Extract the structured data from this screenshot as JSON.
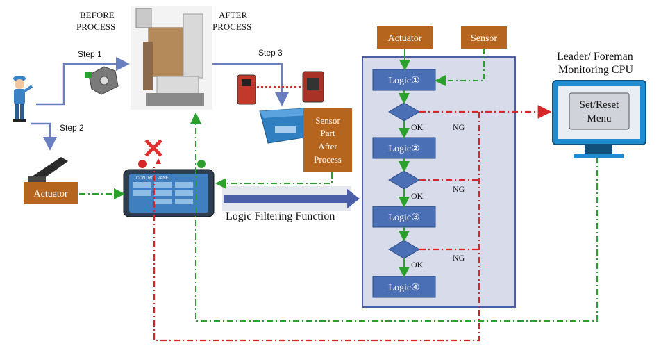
{
  "labels": {
    "before_process": [
      "BEFORE",
      "PROCESS"
    ],
    "after_process": [
      "AFTER",
      "PROCESS"
    ],
    "step1": "Step 1",
    "step2": "Step 2",
    "step3": "Step 3",
    "actuator_left": "Actuator",
    "actuator_top": "Actuator",
    "sensor_top": "Sensor",
    "sensor_part": [
      "Sensor",
      "Part",
      "After",
      "Process"
    ],
    "control_panel": "CONTROL PANEL",
    "logic_filtering": "Logic Filtering Function",
    "logic1": "Logic①",
    "logic2": "Logic②",
    "logic3": "Logic③",
    "logic4": "Logic④",
    "ok": "OK",
    "ng": "NG",
    "monitoring_title": [
      "Leader/ Foreman",
      "Monitoring CPU"
    ],
    "set_reset": [
      "Set/Reset",
      "Menu"
    ]
  },
  "colors": {
    "orange_box": "#b5651d",
    "logic_box": "#4a6fb5",
    "logic_panel": "#d8dcea",
    "blue_arrow": "#6a7fc0",
    "green_line": "#2ca02c",
    "red_line": "#d62728",
    "monitor_bezel": "#1f8bd0"
  }
}
